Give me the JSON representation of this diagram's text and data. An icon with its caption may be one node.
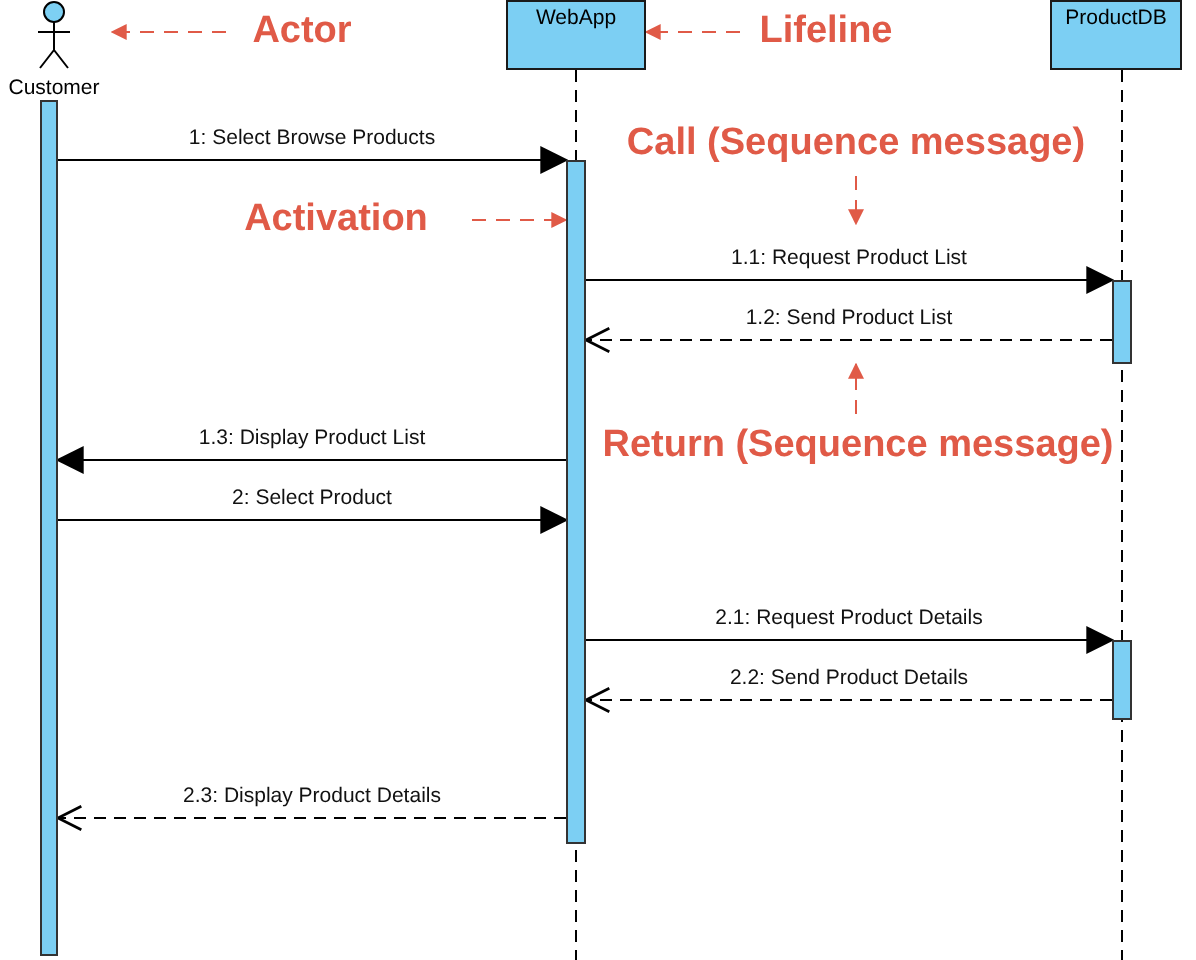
{
  "diagram": {
    "nodes": [
      {
        "text": [
          "Customer"
        ]
      },
      {
        "text": [
          "WebApp"
        ]
      },
      {
        "text": [
          "ProductDB"
        ]
      },
      {
        "text": [],
        "shape": "bar"
      },
      {
        "text": [],
        "shape": "bar"
      },
      {
        "text": [],
        "shape": "bar"
      },
      {
        "text": [],
        "shape": "bar"
      },
      {
        "text": [
          "Actor"
        ]
      },
      {
        "text": [
          "Lifeline"
        ]
      },
      {
        "text": [
          "Call (Sequence message)"
        ]
      },
      {
        "text": [
          "Activation"
        ]
      },
      {
        "text": [
          "Return (Sequence message)"
        ]
      }
    ],
    "edges": [
      {
        "from": 3,
        "to": 4,
        "arrow": "to",
        "label": "1: Select Browse Products"
      },
      {
        "from": 4,
        "to": 5,
        "arrow": "to",
        "label": "1.1: Request Product List"
      },
      {
        "from": 5,
        "to": 4,
        "arrow": "to",
        "label": "1.2: Send Product List",
        "style": "dashed"
      },
      {
        "from": 4,
        "to": 3,
        "arrow": "to",
        "label": "1.3: Display Product List"
      },
      {
        "from": 3,
        "to": 4,
        "arrow": "to",
        "label": "2: Select Product"
      },
      {
        "from": 4,
        "to": 6,
        "arrow": "to",
        "label": "2.1: Request Product Details"
      },
      {
        "from": 6,
        "to": 4,
        "arrow": "to",
        "label": "2.2: Send Product Details",
        "style": "dashed"
      },
      {
        "from": 4,
        "to": 3,
        "arrow": "to",
        "label": "2.3: Display Product Details",
        "style": "dashed"
      },
      {
        "from": 7,
        "to": 0,
        "arrow": "to",
        "style": "dashed",
        "color": "#e05a47"
      },
      {
        "from": 8,
        "to": 1,
        "arrow": "to",
        "style": "dashed",
        "color": "#e05a47"
      },
      {
        "from": 9,
        "to": null,
        "arrow": "to",
        "style": "dashed",
        "color": "#e05a47"
      },
      {
        "from": 10,
        "to": 4,
        "arrow": "to",
        "style": "dashed",
        "color": "#e05a47"
      },
      {
        "from": 11,
        "to": null,
        "arrow": "to",
        "style": "dashed",
        "color": "#e05a47"
      }
    ]
  }
}
